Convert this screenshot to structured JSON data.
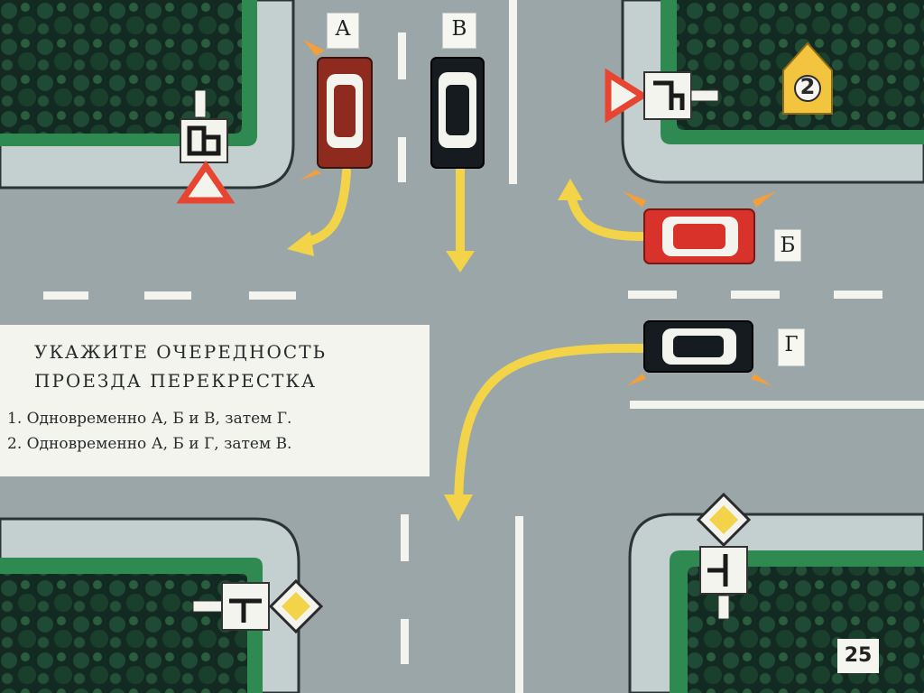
{
  "question": {
    "line1": "УКАЖИТЕ ОЧЕРЕДНОСТЬ",
    "line2": "ПРОЕЗДА  ПЕРЕКРЕСТКА",
    "options": [
      "1. Одновременно А, Б и В, затем Г.",
      "2. Одновременно А, Б и Г, затем В."
    ]
  },
  "vehicles": [
    {
      "letter": "А",
      "color": "#8f2a1e",
      "heading": "south",
      "maneuver": "right-turn"
    },
    {
      "letter": "В",
      "color": "#151b1e",
      "heading": "south",
      "maneuver": "straight"
    },
    {
      "letter": "Б",
      "color": "#d8322a",
      "heading": "west",
      "maneuver": "right-turn"
    },
    {
      "letter": "Г",
      "color": "#151b1e",
      "heading": "west",
      "maneuver": "left-turn"
    }
  ],
  "house_number": "2",
  "frame_number": "25",
  "colors": {
    "road": "#9aa6a8",
    "sidewalk": "#c4cfd0",
    "grass": "#2f8a52",
    "arrow": "#f3d449",
    "sign_red": "#e84432",
    "sign_yellow": "#f3d449"
  },
  "signs": [
    {
      "type": "yield-triangle",
      "corner": "north-west"
    },
    {
      "type": "yield-triangle",
      "corner": "north-east"
    },
    {
      "type": "priority-road-diamond",
      "corner": "south-east"
    },
    {
      "type": "priority-road-diamond",
      "corner": "south-west"
    },
    {
      "type": "intersection-shape-plate",
      "corner": "north-west"
    },
    {
      "type": "intersection-shape-plate",
      "corner": "north-east"
    },
    {
      "type": "intersection-shape-plate",
      "corner": "south-east"
    },
    {
      "type": "intersection-shape-plate",
      "corner": "south-west"
    }
  ]
}
